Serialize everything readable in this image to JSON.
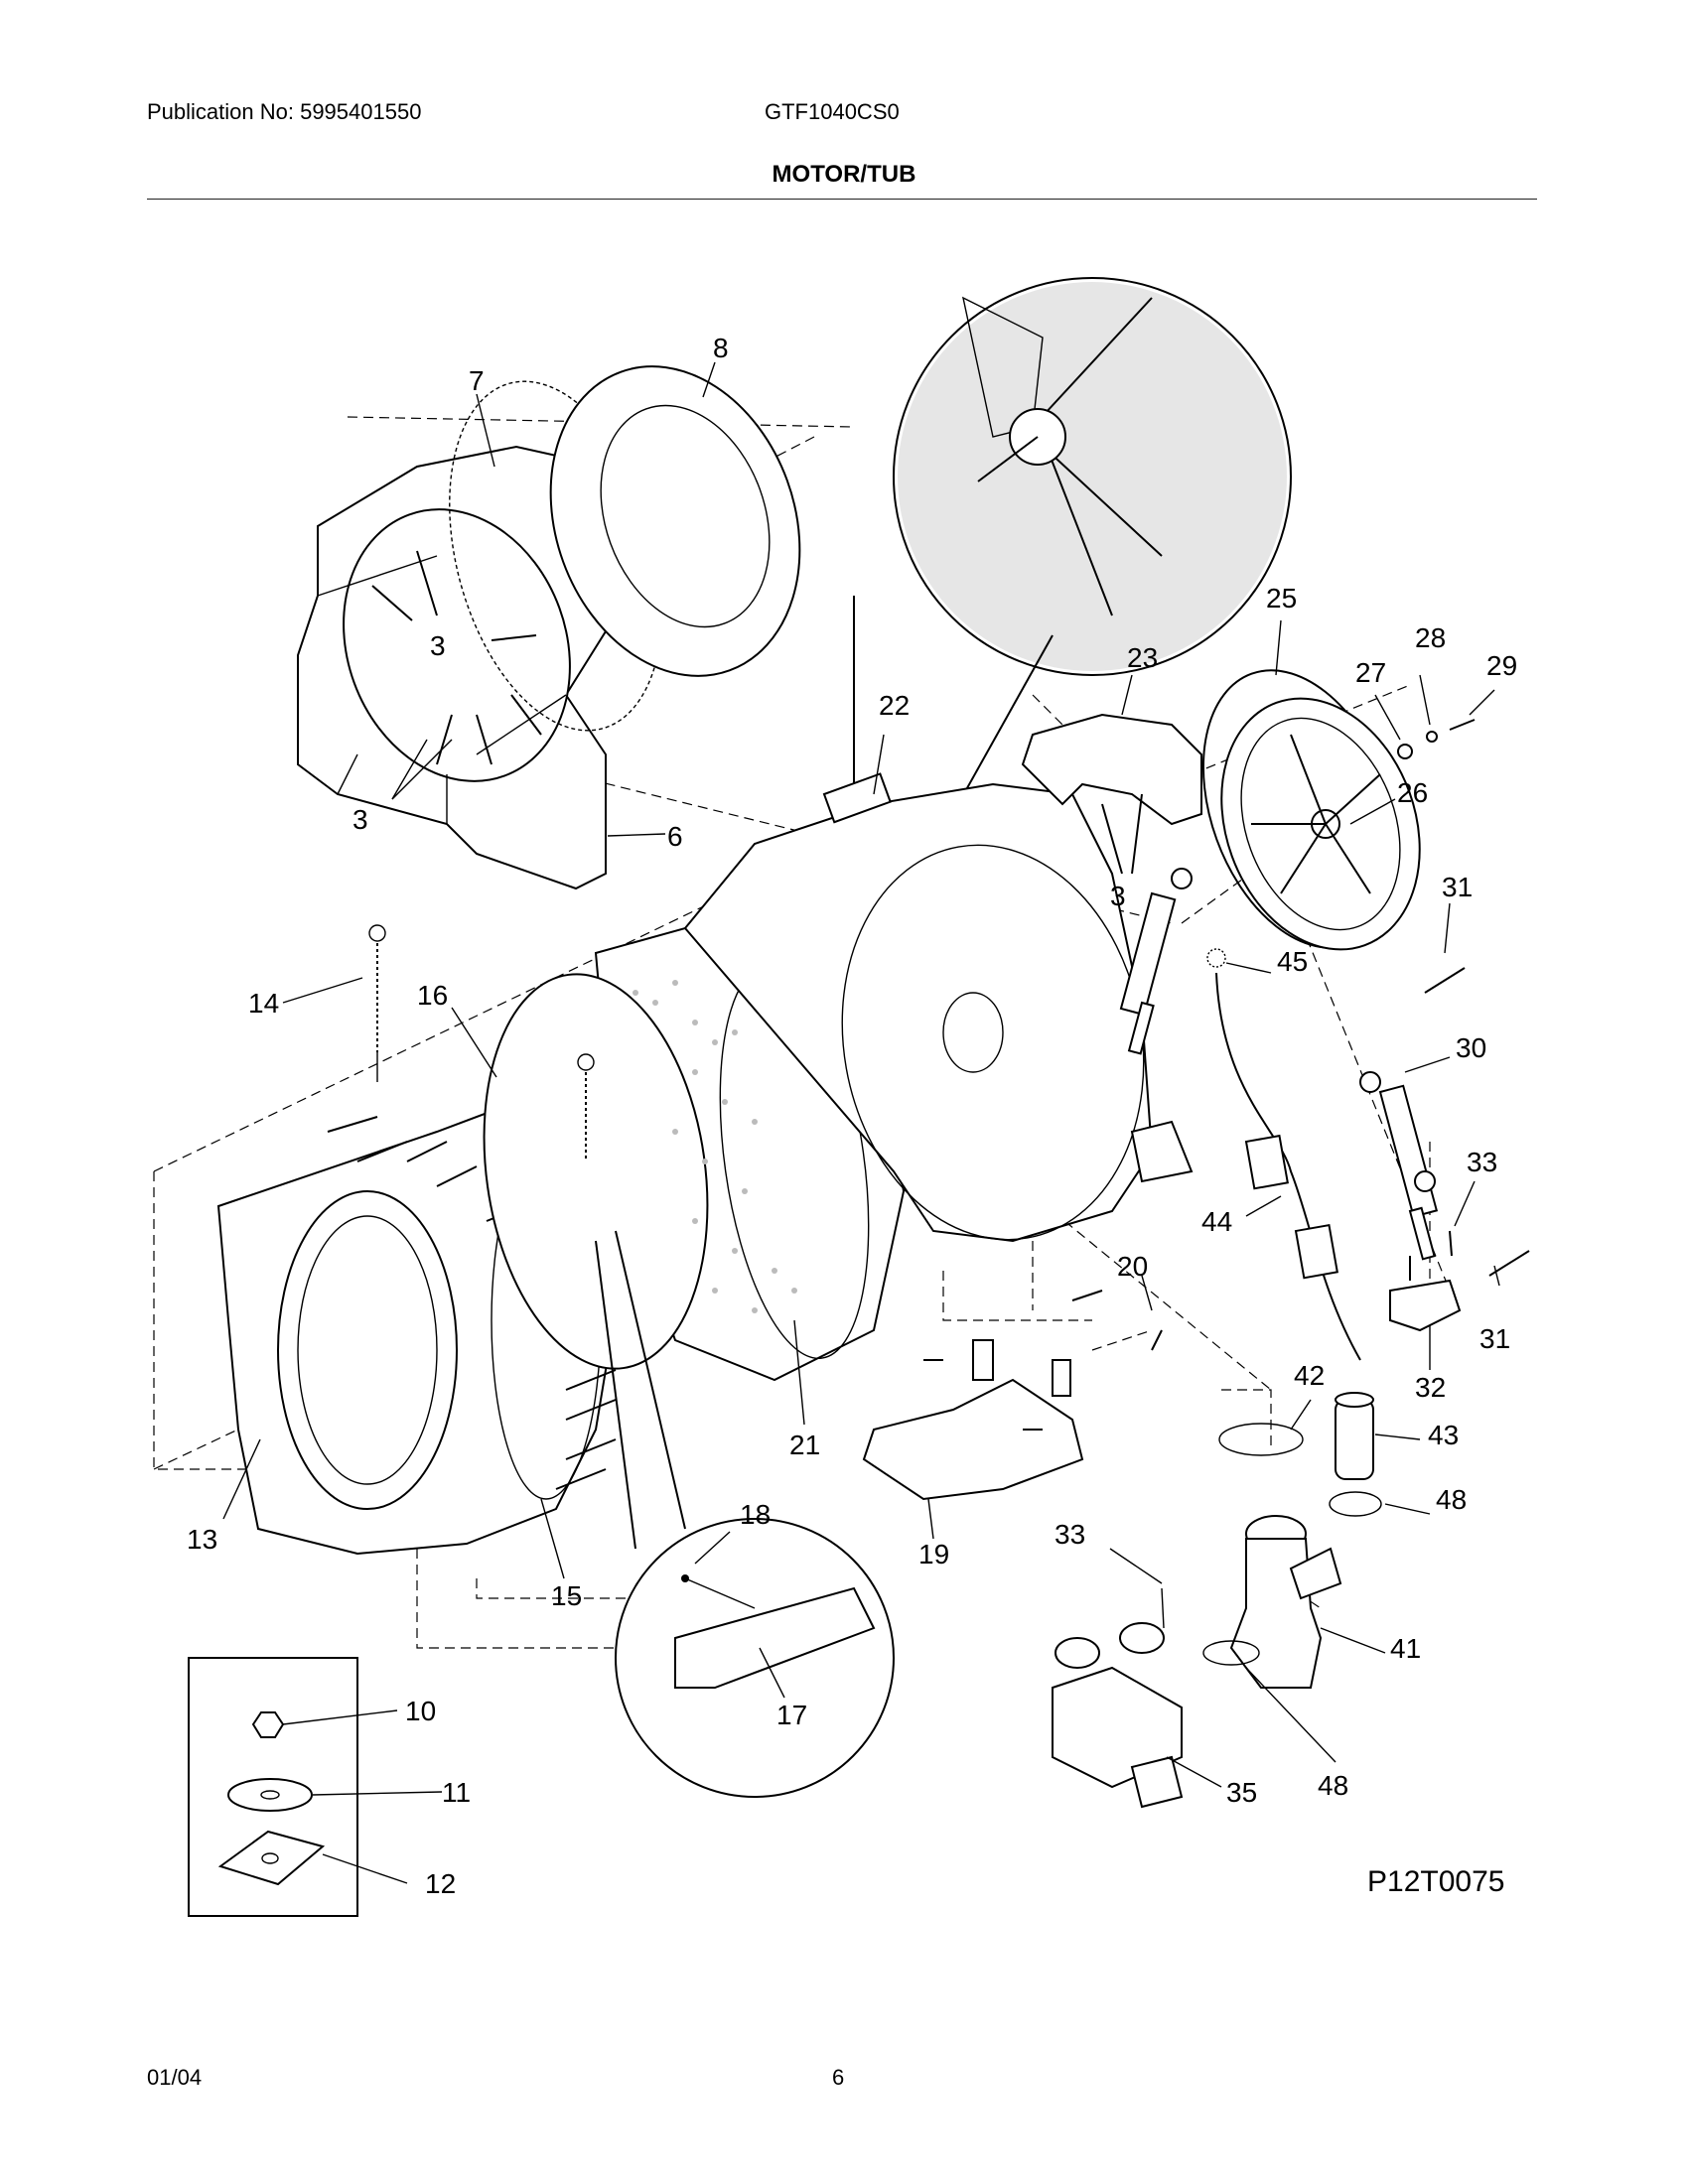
{
  "header": {
    "publication": "Publication No: 5995401550",
    "model": "GTF1040CS0",
    "section_title": "MOTOR/TUB"
  },
  "diagram": {
    "drawing_code": "P12T0075",
    "callouts": {
      "c3a": "3",
      "c3b": "3",
      "c3c": "3",
      "c6": "6",
      "c7": "7",
      "c8": "8",
      "c10": "10",
      "c11": "11",
      "c12": "12",
      "c13": "13",
      "c14": "14",
      "c15": "15",
      "c16": "16",
      "c17": "17",
      "c18": "18",
      "c19": "19",
      "c20": "20",
      "c21": "21",
      "c22": "22",
      "c23": "23",
      "c25": "25",
      "c26": "26",
      "c27": "27",
      "c28": "28",
      "c29": "29",
      "c30": "30",
      "c31a": "31",
      "c31b": "31",
      "c32": "32",
      "c33a": "33",
      "c33b": "33",
      "c35": "35",
      "c41": "41",
      "c42": "42",
      "c43": "43",
      "c44": "44",
      "c45": "45",
      "c48a": "48",
      "c48b": "48"
    }
  },
  "footer": {
    "date": "01/04",
    "page": "6"
  }
}
